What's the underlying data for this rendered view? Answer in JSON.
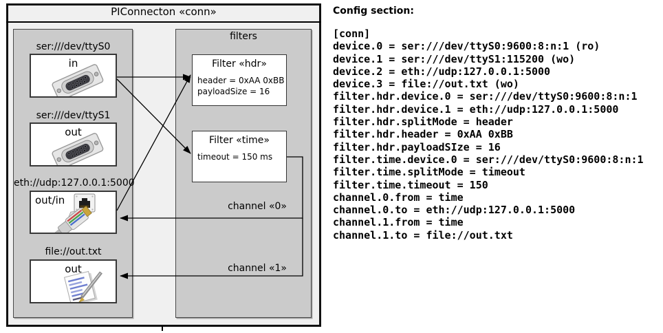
{
  "diagram": {
    "title": "PIConnecton «conn»",
    "devices": [
      {
        "url": "ser:///dev/ttyS0",
        "direction": "in",
        "icon": "serial-connector"
      },
      {
        "url": "ser:///dev/ttyS1",
        "direction": "out",
        "icon": "serial-connector"
      },
      {
        "url": "eth://udp:127.0.0.1:5000",
        "direction": "out/in",
        "icon": "ethernet-plug"
      },
      {
        "url": "file://out.txt",
        "direction": "out",
        "icon": "notepad-pen"
      }
    ],
    "filters_panel": {
      "title": "filters",
      "filters": [
        {
          "name": "Filter «hdr»",
          "properties": [
            "header = 0xAA 0xBB",
            "payloadSize = 16"
          ]
        },
        {
          "name": "Filter «time»",
          "properties": [
            "timeout = 150 ms"
          ]
        }
      ]
    },
    "channels": [
      {
        "label": "channel «0»"
      },
      {
        "label": "channel «1»"
      }
    ]
  },
  "config": {
    "heading": "Config section:",
    "lines": [
      "[conn]",
      "device.0 = ser:///dev/ttyS0:9600:8:n:1 (ro)",
      "device.1 = ser:///dev/ttyS1:115200 (wo)",
      "device.2 = eth://udp:127.0.0.1:5000",
      "device.3 = file://out.txt (wo)",
      "filter.hdr.device.0 = ser:///dev/ttyS0:9600:8:n:1",
      "filter.hdr.device.1 = eth://udp:127.0.0.1:5000",
      "filter.hdr.splitMode = header",
      "filter.hdr.header = 0xAA 0xBB",
      "filter.hdr.payloadSIze = 16",
      "filter.time.device.0 = ser:///dev/ttyS0:9600:8:n:1",
      "filter.time.splitMode = timeout",
      "filter.time.timeout = 150",
      "channel.0.from = time",
      "channel.0.to = eth://udp:127.0.0.1:5000",
      "channel.1.from = time",
      "channel.1.to = file://out.txt"
    ]
  },
  "colors": {
    "frame_fill": "#f0f0f0",
    "panel_gray": "#cbcbcb",
    "box_white": "#ffffff",
    "line_black": "#000000"
  }
}
